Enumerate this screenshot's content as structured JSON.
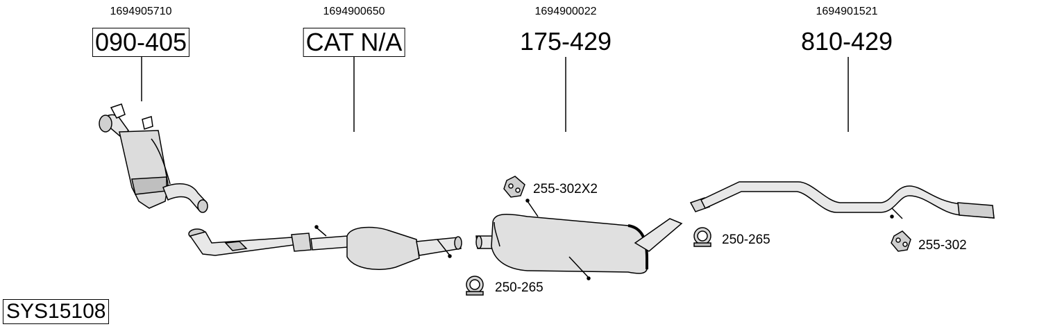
{
  "parts": [
    {
      "oem": "1694905710",
      "number": "090-405",
      "boxed": true
    },
    {
      "oem": "1694900650",
      "number": "CAT N/A",
      "boxed": true
    },
    {
      "oem": "1694900022",
      "number": "175-429",
      "boxed": false
    },
    {
      "oem": "1694901521",
      "number": "810-429",
      "boxed": false
    }
  ],
  "accessories": [
    {
      "label": "255-302X2",
      "icon": "rubber-hanger-icon"
    },
    {
      "label": "250-265",
      "icon": "pipe-clamp-icon"
    },
    {
      "label": "250-265",
      "icon": "pipe-clamp-icon"
    },
    {
      "label": "255-302",
      "icon": "rubber-hanger-icon"
    }
  ],
  "system_code": "SYS15108"
}
